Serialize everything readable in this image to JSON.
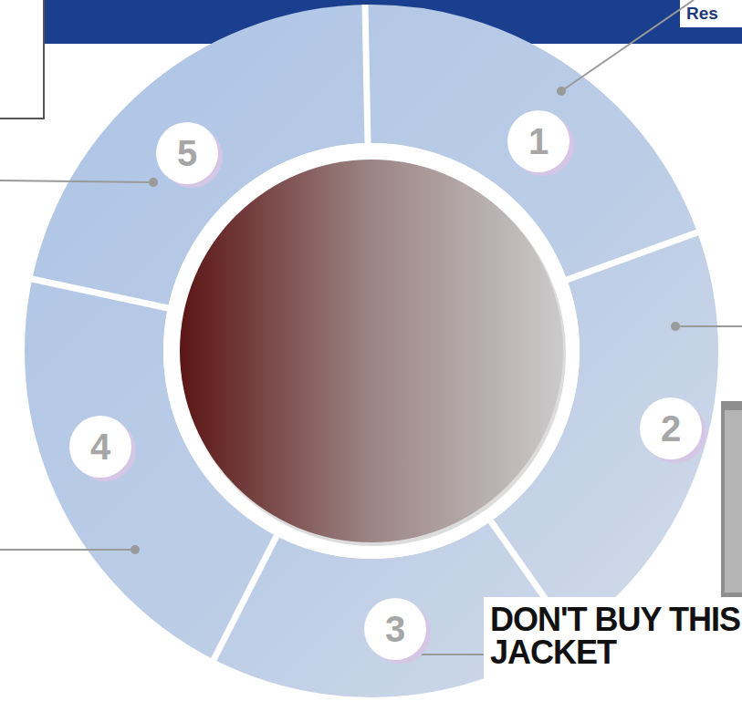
{
  "diagram": {
    "nodes": [
      {
        "text": [
          "1"
        ]
      },
      {
        "text": [
          "2"
        ]
      },
      {
        "text": [
          "3"
        ]
      },
      {
        "text": [
          "4"
        ]
      },
      {
        "text": [
          "5"
        ]
      }
    ],
    "labels": [
      "Res",
      "DON'T BUY THIS JACKET"
    ]
  }
}
